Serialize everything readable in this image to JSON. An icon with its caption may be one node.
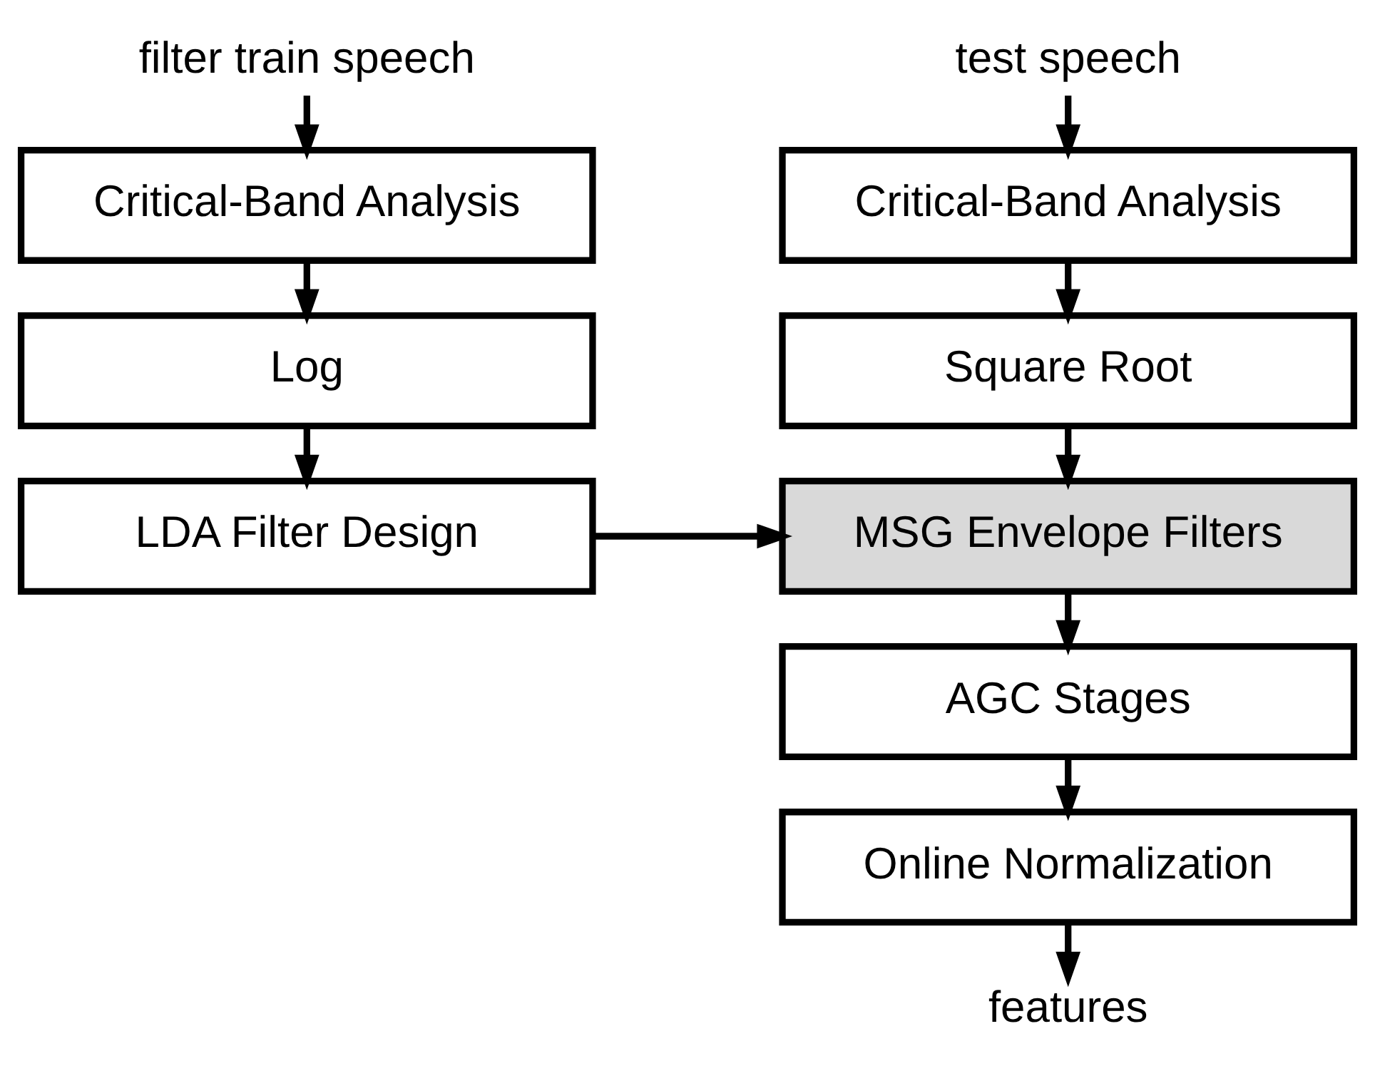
{
  "diagram": {
    "nodes": [
      {
        "text": [
          "filter train speech"
        ]
      },
      {
        "text": [
          "Critical-Band Analysis"
        ]
      },
      {
        "text": [
          "Log"
        ]
      },
      {
        "text": [
          "LDA Filter Design"
        ]
      },
      {
        "text": [
          "test speech"
        ]
      },
      {
        "text": [
          "Critical-Band Analysis"
        ]
      },
      {
        "text": [
          "Square Root"
        ]
      },
      {
        "text": [
          "MSG Envelope Filters"
        ]
      },
      {
        "text": [
          "AGC Stages"
        ]
      },
      {
        "text": [
          "Online Normalization"
        ]
      },
      {
        "text": [
          "features"
        ]
      }
    ],
    "edges": [
      {
        "from": 0,
        "to": 1,
        "arrow": "to"
      },
      {
        "from": 1,
        "to": 2,
        "arrow": "to"
      },
      {
        "from": 2,
        "to": 3,
        "arrow": "to"
      },
      {
        "from": 4,
        "to": 5,
        "arrow": "to"
      },
      {
        "from": 5,
        "to": 6,
        "arrow": "to"
      },
      {
        "from": 6,
        "to": 7,
        "arrow": "to"
      },
      {
        "from": 3,
        "to": 7,
        "arrow": "to"
      },
      {
        "from": 7,
        "to": 8,
        "arrow": "to"
      },
      {
        "from": 8,
        "to": 9,
        "arrow": "to"
      },
      {
        "from": 9,
        "to": 10,
        "arrow": "to"
      }
    ]
  }
}
